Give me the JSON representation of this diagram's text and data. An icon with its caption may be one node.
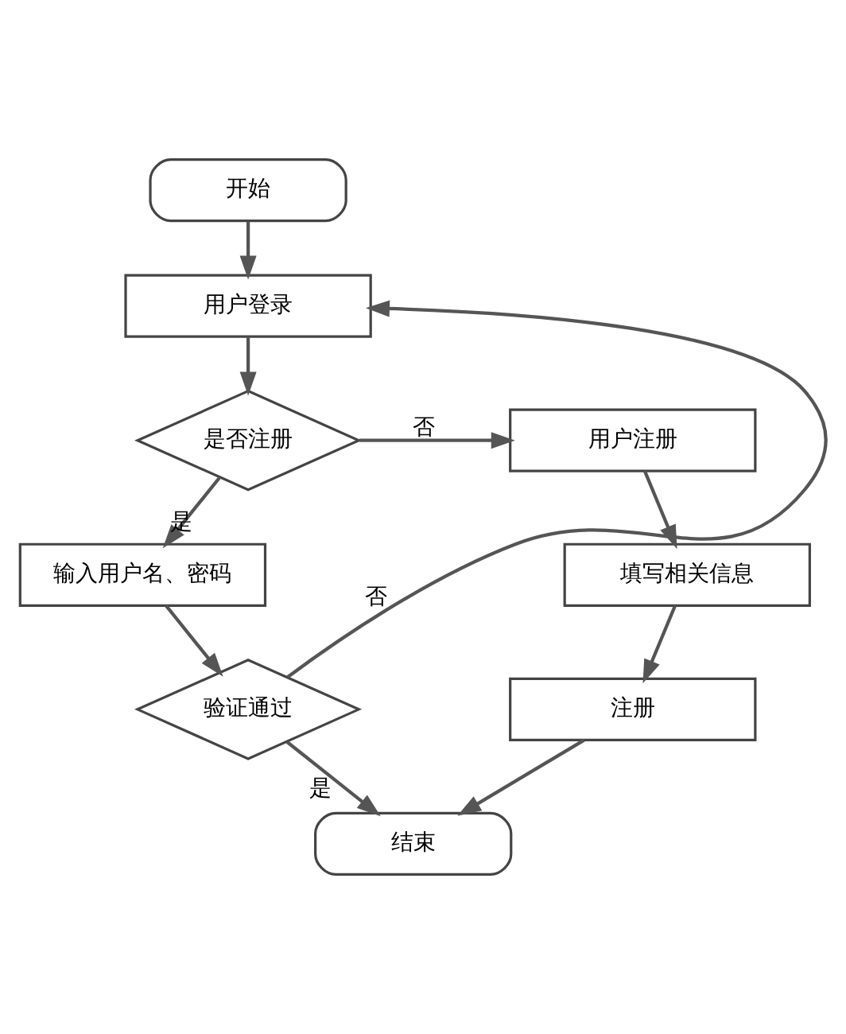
{
  "diagram": {
    "nodes": [
      {
        "text": [
          "开始"
        ]
      },
      {
        "text": [
          "用户登录"
        ]
      },
      {
        "text": [
          "是否注册"
        ]
      },
      {
        "text": [
          "用户注册"
        ]
      },
      {
        "text": [
          "输入用户名、密码"
        ]
      },
      {
        "text": [
          "填写相关信息"
        ]
      },
      {
        "text": [
          "验证通过"
        ]
      },
      {
        "text": [
          "注册"
        ]
      },
      {
        "text": [
          "结束"
        ]
      }
    ],
    "edges": [
      {
        "from": 0,
        "to": 1,
        "arrow": "to"
      },
      {
        "from": 1,
        "to": 2,
        "arrow": "to"
      },
      {
        "from": 2,
        "to": 3,
        "arrow": "to",
        "label": "否"
      },
      {
        "from": 2,
        "to": 4,
        "arrow": "to",
        "label": "是"
      },
      {
        "from": 3,
        "to": 5,
        "arrow": "to"
      },
      {
        "from": 4,
        "to": 6,
        "arrow": "to"
      },
      {
        "from": 5,
        "to": 7,
        "arrow": "to"
      },
      {
        "from": 6,
        "to": 1,
        "arrow": "to",
        "label": "否"
      },
      {
        "from": 6,
        "to": 8,
        "arrow": "to",
        "label": "是"
      },
      {
        "from": 7,
        "to": 8,
        "arrow": "to"
      }
    ]
  }
}
